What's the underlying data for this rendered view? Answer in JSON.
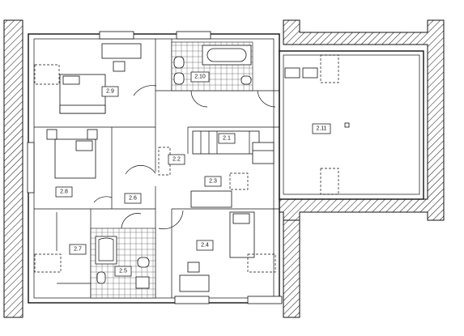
{
  "plan": {
    "rooms": [
      {
        "id": "2.1",
        "label": "2.1"
      },
      {
        "id": "2.2",
        "label": "2.2"
      },
      {
        "id": "2.3",
        "label": "2.3"
      },
      {
        "id": "2.4",
        "label": "2.4"
      },
      {
        "id": "2.5",
        "label": "2.5"
      },
      {
        "id": "2.6",
        "label": "2.6"
      },
      {
        "id": "2.7",
        "label": "2.7"
      },
      {
        "id": "2.8",
        "label": "2.8"
      },
      {
        "id": "2.9",
        "label": "2.9"
      },
      {
        "id": "2.10",
        "label": "2.10"
      },
      {
        "id": "2.11",
        "label": "2.11"
      }
    ]
  }
}
